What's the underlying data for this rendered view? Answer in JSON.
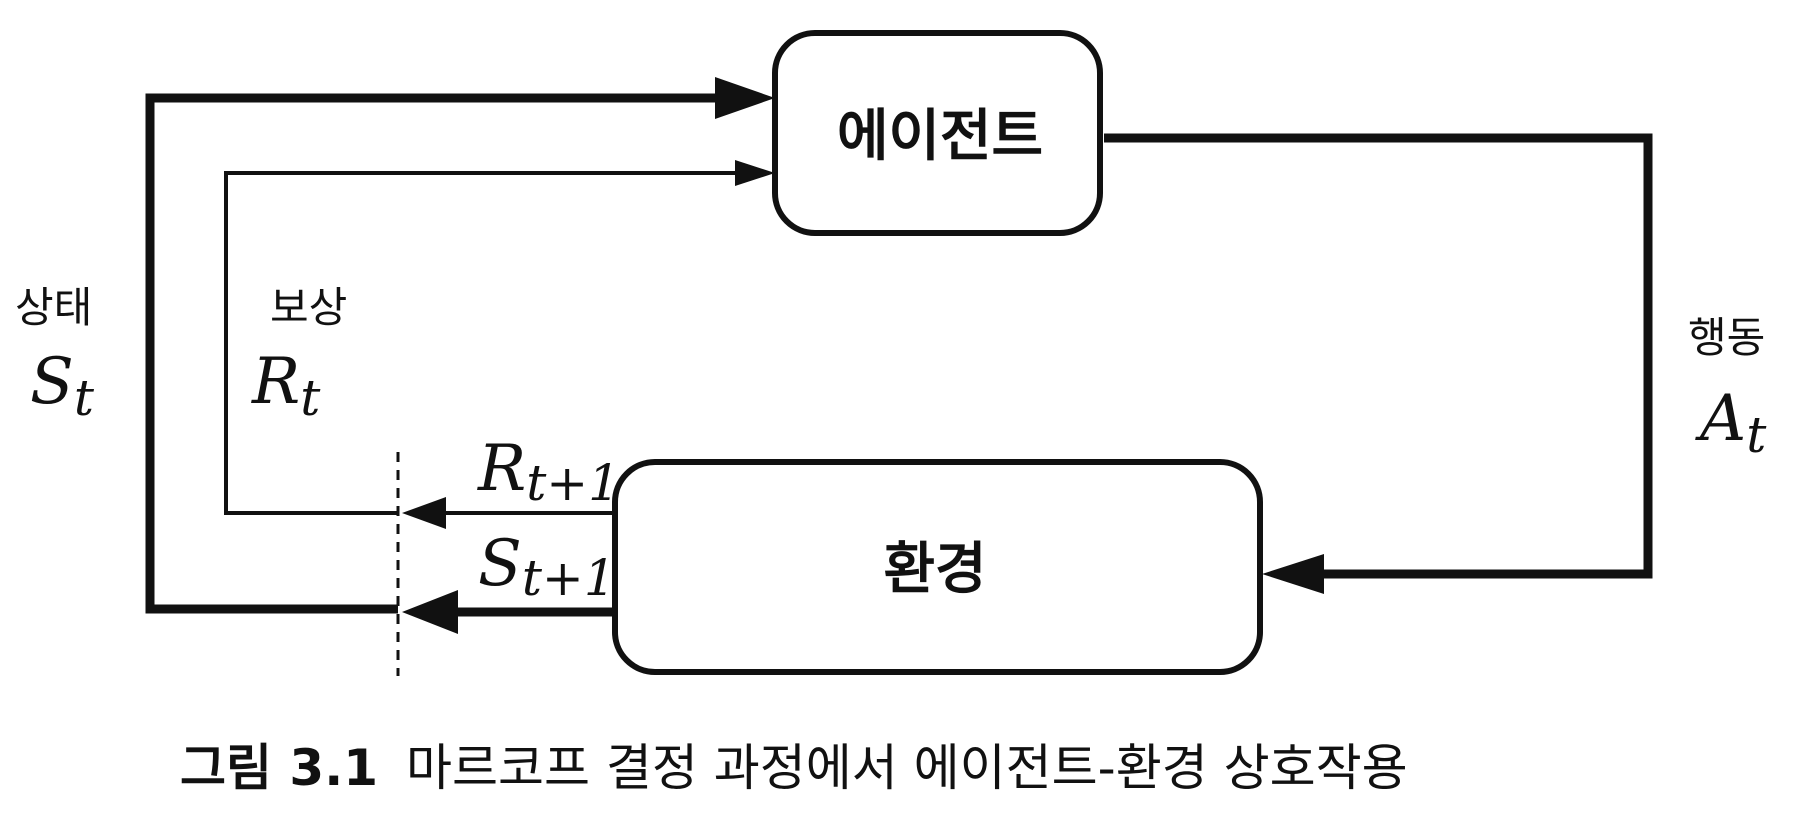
{
  "nodes": {
    "agent": "에이전트",
    "environment": "환경"
  },
  "labels": {
    "state": {
      "text": "상태",
      "symbol": "S",
      "sub": "t"
    },
    "reward": {
      "text": "보상",
      "symbol": "R",
      "sub": "t"
    },
    "action": {
      "text": "행동",
      "symbol": "A",
      "sub": "t"
    },
    "next_reward": {
      "symbol": "R",
      "sub": "t+1"
    },
    "next_state": {
      "symbol": "S",
      "sub": "t+1"
    }
  },
  "caption": {
    "number": "그림 3.1",
    "text": "마르코프 결정 과정에서 에이전트-환경 상호작용"
  },
  "colors": {
    "stroke": "#111111",
    "background": "#ffffff"
  }
}
